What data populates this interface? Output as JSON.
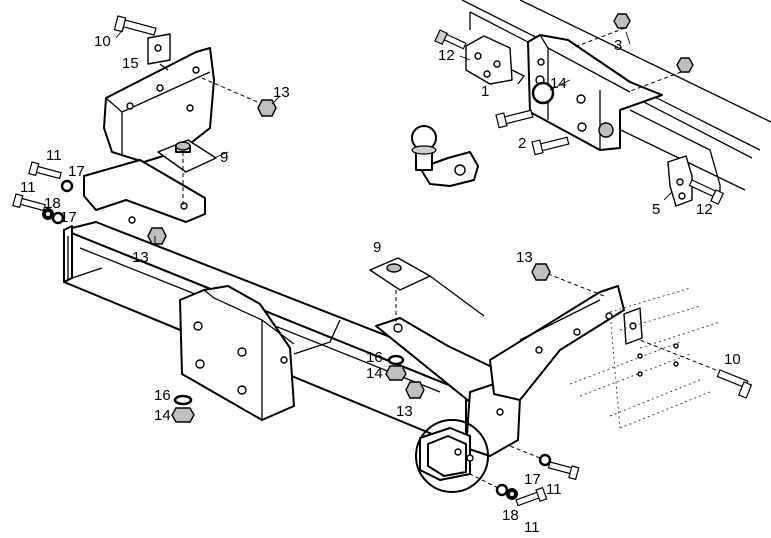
{
  "labels": {
    "p1": "1",
    "p2": "2",
    "p3": "3",
    "p5": "5",
    "p9a": "9",
    "p9b": "9",
    "p10a": "10",
    "p10b": "10",
    "p11a": "11",
    "p11b": "11",
    "p11c": "11",
    "p11d": "11",
    "p12a": "12",
    "p12b": "12",
    "p13a": "13",
    "p13b": "13",
    "p13c": "13",
    "p13d": "13",
    "p14a": "14",
    "p14b": "14",
    "p14c": "14",
    "p15": "15",
    "p16a": "16",
    "p16b": "16",
    "p17a": "17",
    "p17b": "17",
    "p17c": "17",
    "p18a": "18",
    "p18b": "18"
  }
}
